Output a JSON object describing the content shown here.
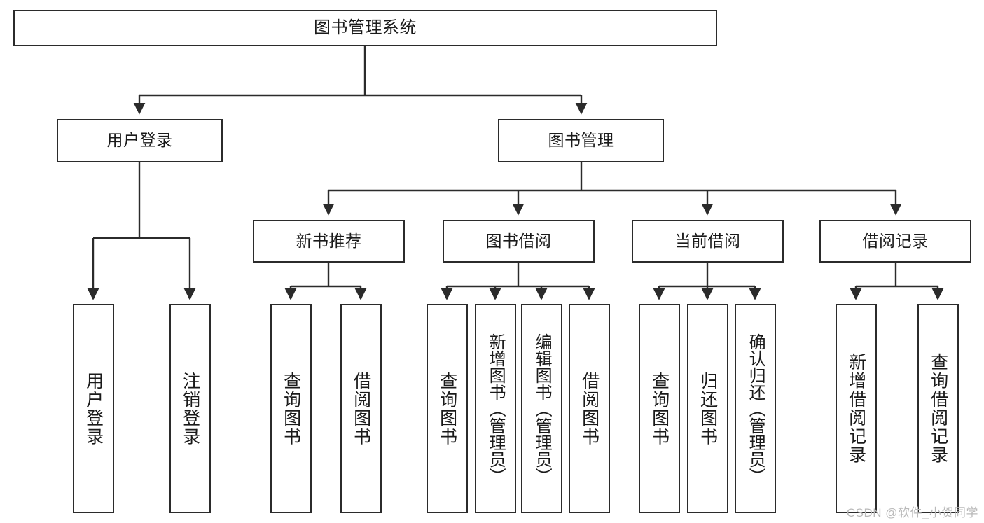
{
  "diagram": {
    "title": "图书管理系统",
    "watermark": "CSDN @软件_小贺同学",
    "stroke_color": "#2b2b2b",
    "background_color": "#ffffff",
    "text_color": "#1a1a1a",
    "levels": {
      "root": {
        "label": "图书管理系统"
      },
      "level2": [
        {
          "label": "用户登录"
        },
        {
          "label": "图书管理"
        }
      ],
      "level3": [
        {
          "label": "新书推荐"
        },
        {
          "label": "图书借阅"
        },
        {
          "label": "当前借阅"
        },
        {
          "label": "借阅记录"
        }
      ]
    },
    "leaves": {
      "user_login": [
        {
          "label": "用户登录"
        },
        {
          "label": "注销登录"
        }
      ],
      "new_book_recommend": [
        {
          "label": "查询图书"
        },
        {
          "label": "借阅图书"
        }
      ],
      "book_borrow": [
        {
          "label": "查询图书"
        },
        {
          "label": "新增图书（管理员）"
        },
        {
          "label": "编辑图书（管理员）"
        },
        {
          "label": "借阅图书"
        }
      ],
      "current_borrow": [
        {
          "label": "查询图书"
        },
        {
          "label": "归还图书"
        },
        {
          "label": "确认归还（管理员）"
        }
      ],
      "borrow_record": [
        {
          "label": "新增借阅记录"
        },
        {
          "label": "查询借阅记录"
        }
      ]
    }
  }
}
